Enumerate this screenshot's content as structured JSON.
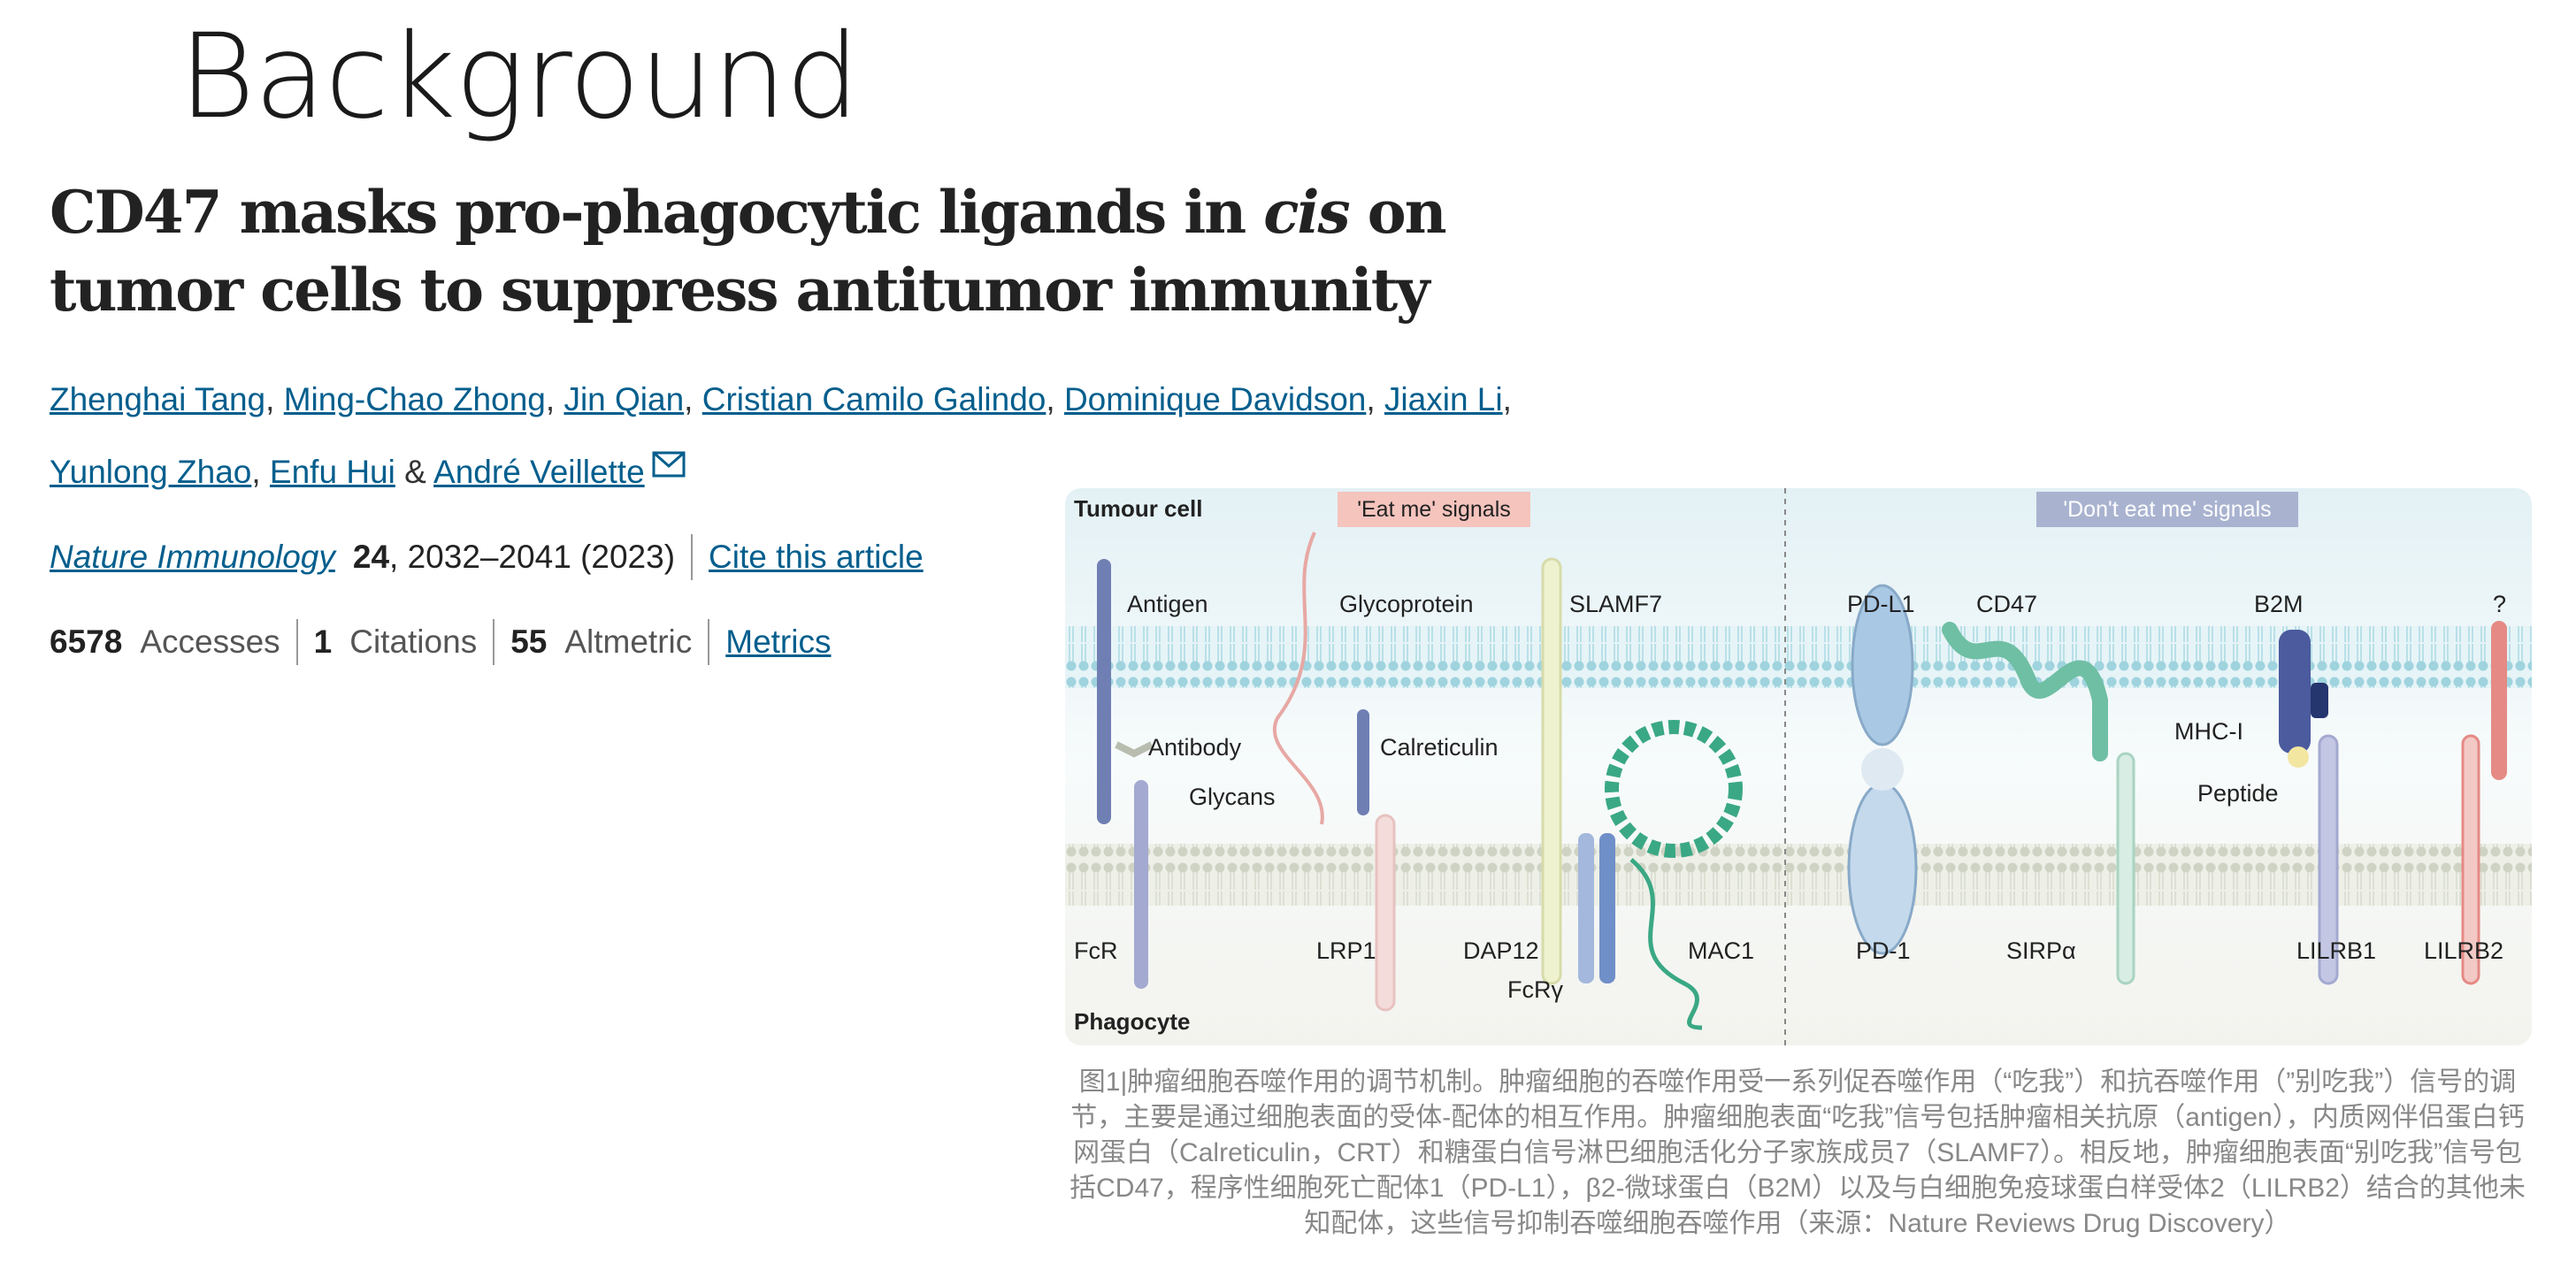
{
  "slide": {
    "title": "Background"
  },
  "article": {
    "title_part1": "CD47 masks pro-phagocytic ligands in ",
    "title_italic": "cis",
    "title_part2": " on tumor cells to suppress antitumor immunity"
  },
  "authors": {
    "list": [
      "Zhenghai Tang",
      "Ming-Chao Zhong",
      "Jin Qian",
      "Cristian Camilo Galindo",
      "Dominique Davidson",
      "Jiaxin Li",
      "Yunlong Zhao",
      "Enfu Hui",
      "André Veillette"
    ],
    "comma": ", ",
    "amp": " & "
  },
  "citation": {
    "journal": "Nature Immunology",
    "volume": "24",
    "pages_year": ", 2032–2041 (2023)",
    "cite_link": "Cite this article"
  },
  "metrics": {
    "accesses_value": "6578",
    "accesses_label": "Accesses",
    "citations_value": "1",
    "citations_label": "Citations",
    "altmetric_value": "55",
    "altmetric_label": "Altmetric",
    "metrics_link": "Metrics"
  },
  "figure": {
    "tumour_label": "Tumour cell",
    "phagocyte_label": "Phagocyte",
    "eat_me": "'Eat me' signals",
    "dont_eat_me": "'Don't eat me' signals",
    "labels": {
      "antigen": "Antigen",
      "glycoprotein": "Glycoprotein",
      "slamf7": "SLAMF7",
      "antibody": "Antibody",
      "calreticulin": "Calreticulin",
      "glycans": "Glycans",
      "fcr": "FcR",
      "lrp1": "LRP1",
      "dap12": "DAP12",
      "mac1": "MAC1",
      "fcrg": "FcRγ",
      "pdl1": "PD-L1",
      "cd47": "CD47",
      "b2m": "B2M",
      "question": "?",
      "mhc": "MHC-I",
      "peptide": "Peptide",
      "pd1": "PD-1",
      "sirpa": "SIRPα",
      "lilrb1": "LILRB1",
      "lilrb2": "LILRB2"
    },
    "colors": {
      "membrane_top": "#a8d8e0",
      "membrane_bottom": "#d6d9cc",
      "eat_me_bg": "#f4c4bd",
      "dont_eat_me_bg": "#a9b3d0",
      "pd1": "#a9c8e4",
      "cd47": "#6fbfa4",
      "mac1": "#3aa884",
      "lrp1": "#e7c2c0",
      "fcr": "#a3a9d0",
      "slamf7": "#e8ecc4",
      "lilrb2": "#e58a85"
    }
  },
  "caption": {
    "text": "图1|肿瘤细胞吞噬作用的调节机制。肿瘤细胞的吞噬作用受一系列促吞噬作用（“吃我”）和抗吞噬作用（”别吃我”）信号的调节，主要是通过细胞表面的受体-配体的相互作用。肿瘤细胞表面“吃我”信号包括肿瘤相关抗原（antigen），内质网伴侣蛋白钙网蛋白（Calreticulin，CRT）和糖蛋白信号淋巴细胞活化分子家族成员7（SLAMF7）。相反地，肿瘤细胞表面“别吃我”信号包括CD47，程序性细胞死亡配体1（PD-L1），β2-微球蛋白（B2M）以及与白细胞免疫球蛋白样受体2（LILRB2）结合的其他未知配体，这些信号抑制吞噬细胞吞噬作用（来源：Nature Reviews Drug Discovery）"
  }
}
